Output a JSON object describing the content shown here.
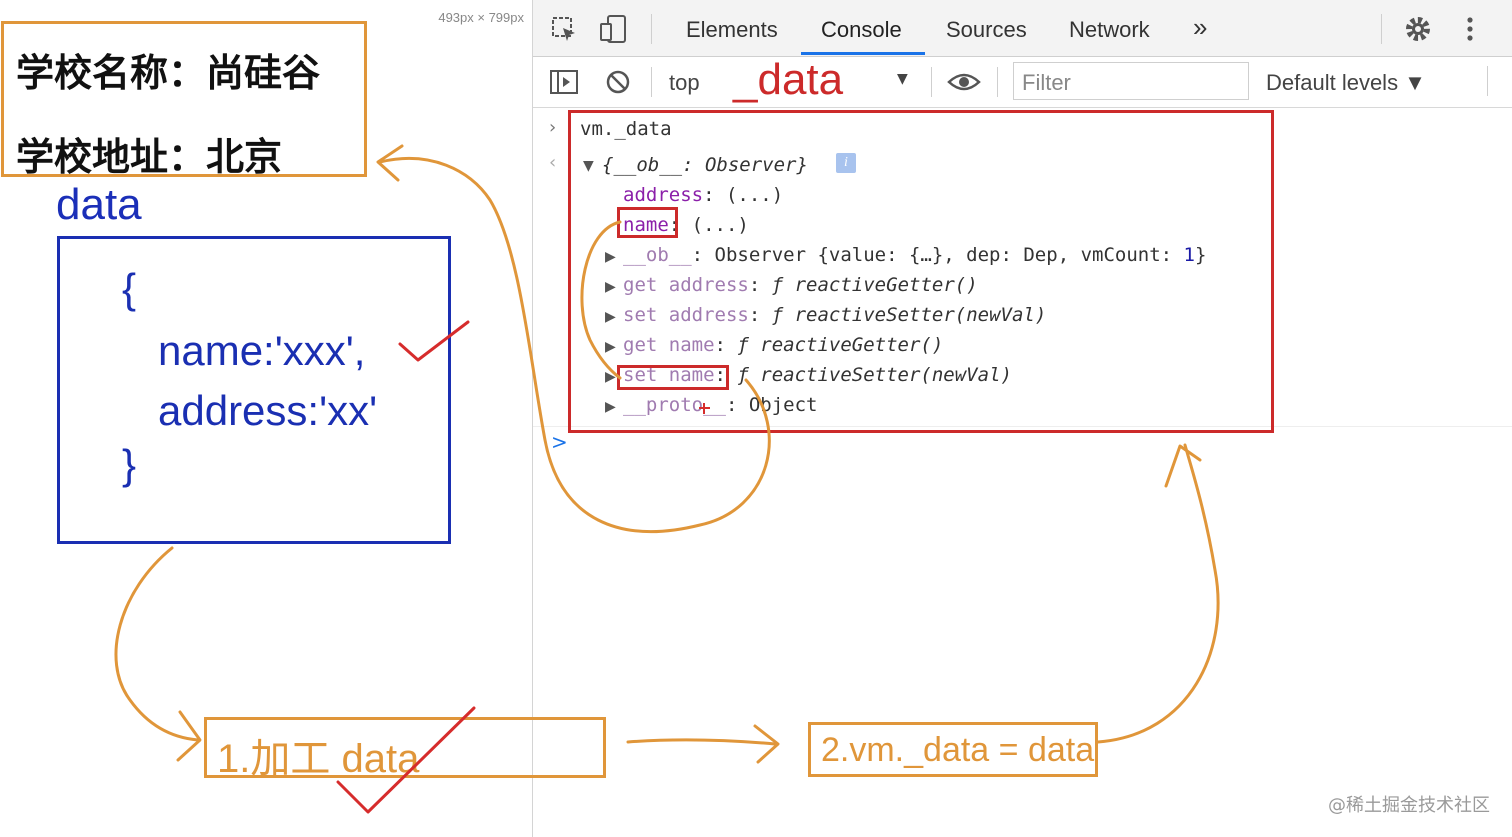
{
  "page": {
    "size_label": "493px × 799px"
  },
  "school": {
    "name_line": "学校名称：尚硅谷",
    "address_line": "学校地址：北京"
  },
  "data_annotation": {
    "label": "data",
    "code": [
      "{",
      "name:'xxx',",
      "address:'xx'",
      "}"
    ]
  },
  "devtools": {
    "tabs": [
      "Elements",
      "Console",
      "Sources",
      "Network"
    ],
    "active_tab": "Console",
    "more_tabs": "»",
    "context": "top",
    "context_overlay": "_data",
    "filter_placeholder": "Filter",
    "levels": "Default levels ▼"
  },
  "console": {
    "input": "vm._data",
    "obj_header": "{__ob__: Observer}",
    "info": "i",
    "props": [
      {
        "key": "address",
        "value": ": (...)"
      },
      {
        "key": "name",
        "value": ": (...)"
      }
    ],
    "ob_line": {
      "key": "__ob__",
      "value": ": Observer {value: {…}, dep: Dep, vmCount: ",
      "count": "1",
      "end": "}"
    },
    "accessors": [
      {
        "key": "get address",
        "value": "ƒ reactiveGetter()"
      },
      {
        "key": "set address",
        "value": "ƒ reactiveSetter(newVal)"
      },
      {
        "key": "get name",
        "value": "ƒ reactiveGetter()"
      },
      {
        "key": "set name",
        "value": "ƒ reactiveSetter(newVal)"
      }
    ],
    "proto": {
      "key": "__proto__",
      "value": ": Object"
    },
    "prompt": ">"
  },
  "annotations": {
    "step1": "1.加工 data",
    "step2": "2.vm._data = data"
  },
  "watermark": "@稀土掘金技术社区",
  "colors": {
    "orange": "#e0963a",
    "blue": "#1a2fb2",
    "red": "#cc2a2a"
  }
}
